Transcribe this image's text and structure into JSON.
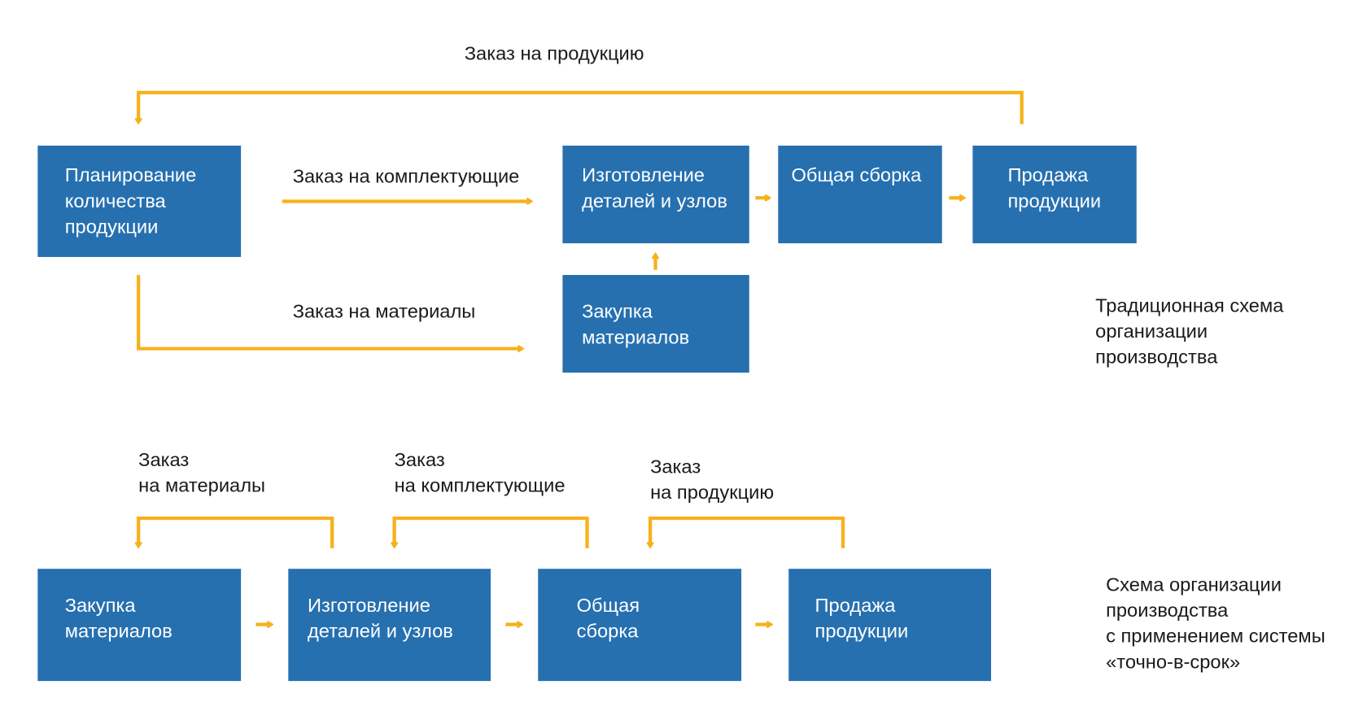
{
  "colors": {
    "box": "#2670b0",
    "arrow": "#f6b21b",
    "text": "#1a1a1a"
  },
  "traditional": {
    "caption": [
      "Традиционная схема",
      "организации",
      "производства"
    ],
    "order_products": "Заказ на продукцию",
    "order_components": "Заказ на комплектующие",
    "order_materials": "Заказ на материалы",
    "boxes": {
      "planning": [
        "Планирование",
        "количества",
        "продукции"
      ],
      "manufacturing": [
        "Изготовление",
        "деталей и узлов"
      ],
      "assembly": [
        "Общая сборка"
      ],
      "sales": [
        "Продажа",
        "продукции"
      ],
      "purchasing": [
        "Закупка",
        "материалов"
      ]
    }
  },
  "jit": {
    "caption": [
      "Схема организации",
      "производства",
      "с применением системы",
      "«точно-в-срок»"
    ],
    "order_materials": [
      "Заказ",
      "на материалы"
    ],
    "order_components": [
      "Заказ",
      "на комплектующие"
    ],
    "order_products": [
      "Заказ",
      "на продукцию"
    ],
    "boxes": {
      "purchasing": [
        "Закупка",
        "материалов"
      ],
      "manufacturing": [
        "Изготовление",
        "деталей и узлов"
      ],
      "assembly": [
        "Общая",
        "сборка"
      ],
      "sales": [
        "Продажа",
        "продукции"
      ]
    }
  }
}
